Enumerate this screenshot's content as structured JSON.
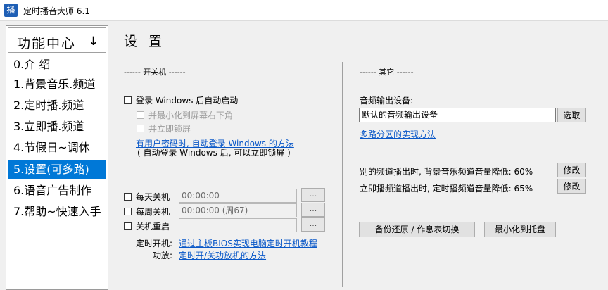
{
  "window": {
    "title": "定时播音大师 6.1",
    "icon_char": "播"
  },
  "sidebar": {
    "header": "功能中心",
    "arrow": "↓",
    "items": [
      {
        "label": "0.介  绍"
      },
      {
        "label": "1.背景音乐.频道"
      },
      {
        "label": "2.定时播.频道"
      },
      {
        "label": "3.立即播.频道"
      },
      {
        "label": "4.节假日~调休"
      },
      {
        "label": "5.设置(可多路)"
      },
      {
        "label": "6.语音广告制作"
      },
      {
        "label": "7.帮助~快速入手"
      }
    ],
    "selected_index": 5
  },
  "page_title": "设 置",
  "power": {
    "section_label": "------  开关机  ------",
    "auto_start_label": "登录 Windows 后自动启动",
    "minimize_label": "并最小化到屏幕右下角",
    "lock_label": "并立即锁屏",
    "password_link": "有用户密码时, 自动登录 Windows 的方法",
    "password_note": "( 自动登录 Windows 后, 可以立即锁屏 )",
    "daily_shutdown_label": "每天关机",
    "daily_shutdown_value": "00:00:00",
    "weekly_shutdown_label": "每周关机",
    "weekly_shutdown_value": "00:00:00 (周67)",
    "restart_label": "关机重启",
    "restart_value": "",
    "dots": "...",
    "timed_boot_label": "定时开机:",
    "timed_boot_link": "通过主板BIOS实现电脑定时开机教程",
    "amp_label": "功放:",
    "amp_link": "定时开/关功放机的方法"
  },
  "other": {
    "section_label": "------  其它  ------",
    "audio_device_label": "音频输出设备:",
    "audio_device_value": "默认的音频输出设备",
    "select_button": "选取",
    "multi_zone_link": "多路分区的实现方法",
    "bg_lower_label": "别的频道播出时, 背景音乐频道音量降低: 60%",
    "timed_lower_label": "立即播频道播出时, 定时播频道音量降低: 65%",
    "modify_button": "修改",
    "backup_button": "备份还原 / 作息表切换",
    "minimize_tray_button": "最小化到托盘"
  }
}
